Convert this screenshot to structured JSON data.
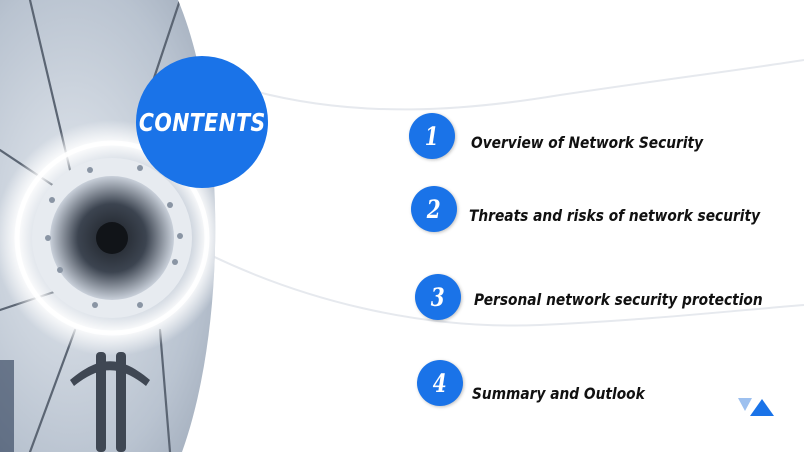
{
  "slide": {
    "title": "CONTENTS",
    "items": [
      {
        "number": "1",
        "label": "Overview of Network Security"
      },
      {
        "number": "2",
        "label": "Threats and risks of network security"
      },
      {
        "number": "3",
        "label": "Personal network security protection"
      },
      {
        "number": "4",
        "label": "Summary and Outlook"
      }
    ]
  },
  "colors": {
    "accent": "#1a73e8",
    "text": "#111111",
    "background": "#ffffff",
    "photo_tone": "#b9c3d0"
  },
  "icons": {
    "photo": "network-security-lens-photo",
    "logo": "triangle-logo-icon"
  }
}
